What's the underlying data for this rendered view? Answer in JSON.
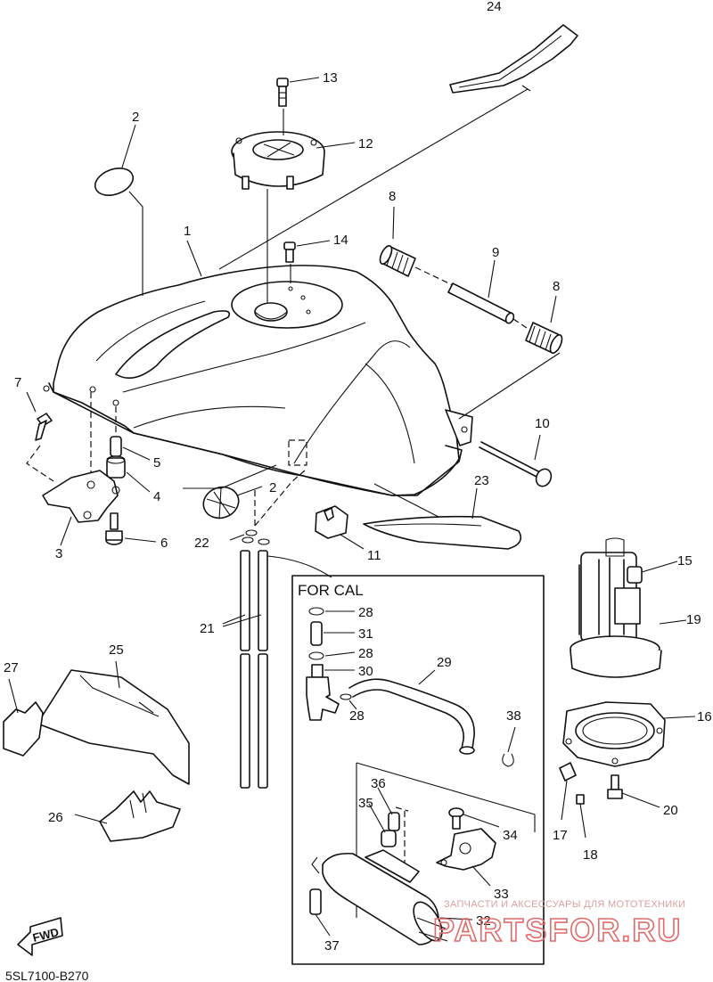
{
  "diagram": {
    "code": "5SL7100-B270",
    "box_label": "FOR CAL",
    "fwd_label": "FWD",
    "watermark": {
      "line1": "ЗАПЧАСТИ И АКСЕССУАРЫ ДЛЯ МОТОТЕХНИКИ",
      "line2": "PARTSFOR.RU"
    },
    "callouts": [
      {
        "id": "c1",
        "text": "1"
      },
      {
        "id": "c2a",
        "text": "2"
      },
      {
        "id": "c2b",
        "text": "2"
      },
      {
        "id": "c3",
        "text": "3"
      },
      {
        "id": "c4",
        "text": "4"
      },
      {
        "id": "c5",
        "text": "5"
      },
      {
        "id": "c6",
        "text": "6"
      },
      {
        "id": "c7",
        "text": "7"
      },
      {
        "id": "c8a",
        "text": "8"
      },
      {
        "id": "c8b",
        "text": "8"
      },
      {
        "id": "c9",
        "text": "9"
      },
      {
        "id": "c10",
        "text": "10"
      },
      {
        "id": "c11",
        "text": "11"
      },
      {
        "id": "c12",
        "text": "12"
      },
      {
        "id": "c13",
        "text": "13"
      },
      {
        "id": "c14",
        "text": "14"
      },
      {
        "id": "c15",
        "text": "15"
      },
      {
        "id": "c16",
        "text": "16"
      },
      {
        "id": "c17",
        "text": "17"
      },
      {
        "id": "c18",
        "text": "18"
      },
      {
        "id": "c19",
        "text": "19"
      },
      {
        "id": "c20",
        "text": "20"
      },
      {
        "id": "c21",
        "text": "21"
      },
      {
        "id": "c22",
        "text": "22"
      },
      {
        "id": "c23",
        "text": "23"
      },
      {
        "id": "c24",
        "text": "24"
      },
      {
        "id": "c25",
        "text": "25"
      },
      {
        "id": "c26",
        "text": "26"
      },
      {
        "id": "c27",
        "text": "27"
      },
      {
        "id": "c28a",
        "text": "28"
      },
      {
        "id": "c28b",
        "text": "28"
      },
      {
        "id": "c28c",
        "text": "28"
      },
      {
        "id": "c29",
        "text": "29"
      },
      {
        "id": "c30",
        "text": "30"
      },
      {
        "id": "c31",
        "text": "31"
      },
      {
        "id": "c32",
        "text": "32"
      },
      {
        "id": "c33",
        "text": "33"
      },
      {
        "id": "c34",
        "text": "34"
      },
      {
        "id": "c35",
        "text": "35"
      },
      {
        "id": "c36",
        "text": "36"
      },
      {
        "id": "c37",
        "text": "37"
      },
      {
        "id": "c38",
        "text": "38"
      }
    ]
  }
}
